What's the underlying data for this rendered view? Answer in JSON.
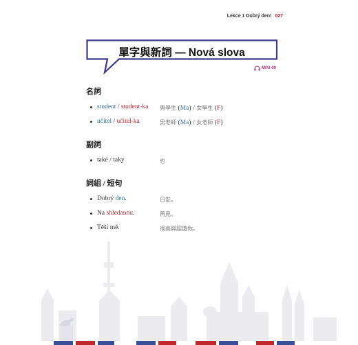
{
  "header": {
    "lesson": "Lekce 1  Dobrý den!",
    "page": "027"
  },
  "title": "單字與新詞 — Nová slova",
  "audio": {
    "label": "MP3-09",
    "icon": "headphones-icon"
  },
  "colors": {
    "blue": "#2a72a8",
    "red": "#c0282e",
    "magenta": "#a8327a",
    "frame": "#3a3a8c"
  },
  "sections": [
    {
      "title": "名詞",
      "items": [
        {
          "term": [
            {
              "t": "student",
              "c": "blue"
            },
            {
              "t": " / ",
              "c": "dark"
            },
            {
              "t": "student-ka",
              "c": "red"
            }
          ],
          "meaning": [
            {
              "t": "男學生 ",
              "c": "zh"
            },
            {
              "t": "(",
              "c": "p"
            },
            {
              "t": "Ma",
              "c": "m"
            },
            {
              "t": ")",
              "c": "p"
            },
            {
              "t": " / 女學生 ",
              "c": "zh"
            },
            {
              "t": "(",
              "c": "p"
            },
            {
              "t": "F",
              "c": "f"
            },
            {
              "t": ")",
              "c": "p"
            }
          ]
        },
        {
          "term": [
            {
              "t": "učitel",
              "c": "blue"
            },
            {
              "t": " / ",
              "c": "dark"
            },
            {
              "t": "učitel-ka",
              "c": "red"
            }
          ],
          "meaning": [
            {
              "t": "男老師 ",
              "c": "zh"
            },
            {
              "t": "(",
              "c": "p"
            },
            {
              "t": "Ma",
              "c": "m"
            },
            {
              "t": ")",
              "c": "p"
            },
            {
              "t": " / 女老師 ",
              "c": "zh"
            },
            {
              "t": "(",
              "c": "p"
            },
            {
              "t": "F",
              "c": "f"
            },
            {
              "t": ")",
              "c": "p"
            }
          ]
        }
      ]
    },
    {
      "title": "副詞",
      "items": [
        {
          "term": [
            {
              "t": "také / taky",
              "c": "dark"
            }
          ],
          "meaning": [
            {
              "t": "也",
              "c": "zh"
            }
          ]
        }
      ]
    },
    {
      "title": "詞組 / 短句",
      "items": [
        {
          "term": [
            {
              "t": "Dobrý ",
              "c": "dark"
            },
            {
              "t": "den",
              "c": "blue"
            },
            {
              "t": ".",
              "c": "dark"
            }
          ],
          "meaning": [
            {
              "t": "日安。",
              "c": "zh"
            }
          ]
        },
        {
          "term": [
            {
              "t": "Na ",
              "c": "dark"
            },
            {
              "t": "shledanou",
              "c": "red"
            },
            {
              "t": ".",
              "c": "dark"
            }
          ],
          "meaning": [
            {
              "t": "再見。",
              "c": "zh"
            }
          ]
        },
        {
          "term": [
            {
              "t": "Těší mě.",
              "c": "dark"
            }
          ],
          "meaning": [
            {
              "t": "很高興認識你。",
              "c": "zh"
            }
          ]
        }
      ]
    }
  ]
}
